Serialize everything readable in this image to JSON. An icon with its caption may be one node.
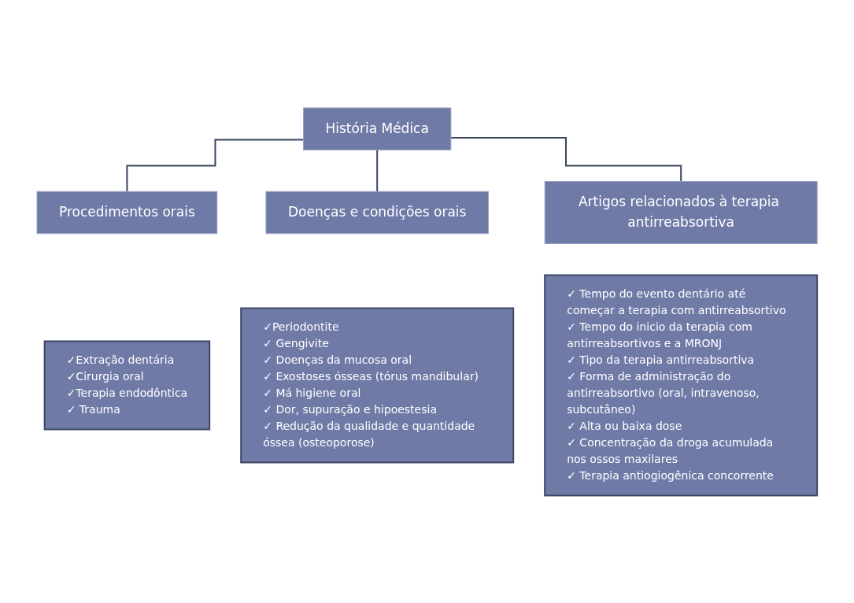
{
  "diagram": {
    "nodes": [
      {
        "text": [
          "História Médica"
        ]
      },
      {
        "text": [
          "Procedimentos orais"
        ]
      },
      {
        "text": [
          "Doenças e condições orais"
        ]
      },
      {
        "text": [
          "Artigos relacionados à terapia antirreabsortiva"
        ]
      },
      {
        "text": [
          "✓Extração dentária",
          "✓Cirurgia oral",
          "✓Terapia endodôntica",
          "✓ Trauma"
        ]
      },
      {
        "text": [
          "✓Periodontite",
          "✓ Gengivite",
          "✓ Doenças da mucosa oral",
          "✓ Exostoses ósseas (tórus mandibular)",
          "✓ Má higiene oral",
          "✓ Dor, supuração e hipoestesia",
          "✓ Redução da qualidade e quantidade óssea (osteoporose)"
        ]
      },
      {
        "text": [
          "✓ Tempo do evento dentário até começar a terapia com antirreabsortivo",
          "✓ Tempo do inicio da terapia com antirreabsortivos e a MRONJ",
          "✓ Tipo da terapia antirreabsortiva",
          "✓ Forma de administração do antirreabsortivo (oral, intravenoso, subcutâneo)",
          "✓ Alta ou baixa dose",
          "✓ Concentração da droga acumulada nos ossos maxilares",
          "✓ Terapia antiogiogênica concorrente"
        ]
      }
    ],
    "edges": [
      {
        "from": 0,
        "to": 1,
        "arrow": "none"
      },
      {
        "from": 0,
        "to": 2,
        "arrow": "none"
      },
      {
        "from": 0,
        "to": 3,
        "arrow": "none"
      }
    ]
  }
}
